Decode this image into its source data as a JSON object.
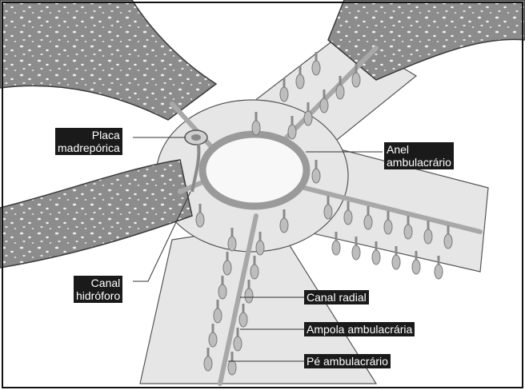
{
  "labels": {
    "madreporic_plate": "Placa\nmadrepórica",
    "ring_canal": "Anel\nambulacrário",
    "stone_canal": "Canal\nhidróforo",
    "radial_canal": "Canal radial",
    "ampulla": "Ampola ambulacrária",
    "tube_foot": "Pé ambulacrário"
  },
  "colors": {
    "arm_fill": "#e6e6e6",
    "skin_fill": "#8c8c8c",
    "canal_fill": "#b5b5b5",
    "label_bg": "#1a1a1a"
  }
}
